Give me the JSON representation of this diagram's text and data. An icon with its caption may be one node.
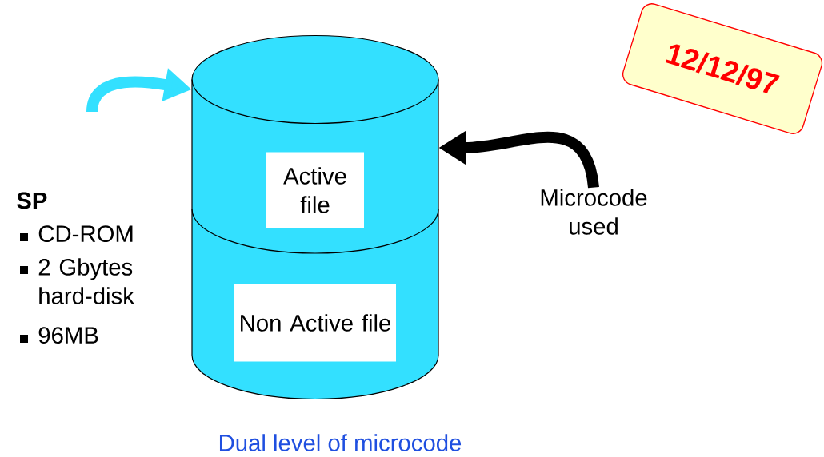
{
  "diagram": {
    "caption": "Dual level of microcode",
    "nodes": [
      {
        "text": [],
        "shape": "cylinder"
      },
      {
        "text": [
          "Active file"
        ],
        "in": 0
      },
      {
        "text": [
          "Non Active file"
        ],
        "in": 0
      },
      {
        "text": [
          "Microcode used"
        ]
      },
      {
        "text": [
          "12/12/97"
        ]
      }
    ],
    "edges": [
      {
        "from": null,
        "to": 0,
        "arrow": "to",
        "color": "#33e0ff"
      },
      {
        "from": 3,
        "to": 0,
        "arrow": "to",
        "color": "#000000"
      }
    ],
    "labels": [
      "SP",
      "CD-ROM",
      "2 Gbytes hard-disk",
      "96MB"
    ]
  }
}
